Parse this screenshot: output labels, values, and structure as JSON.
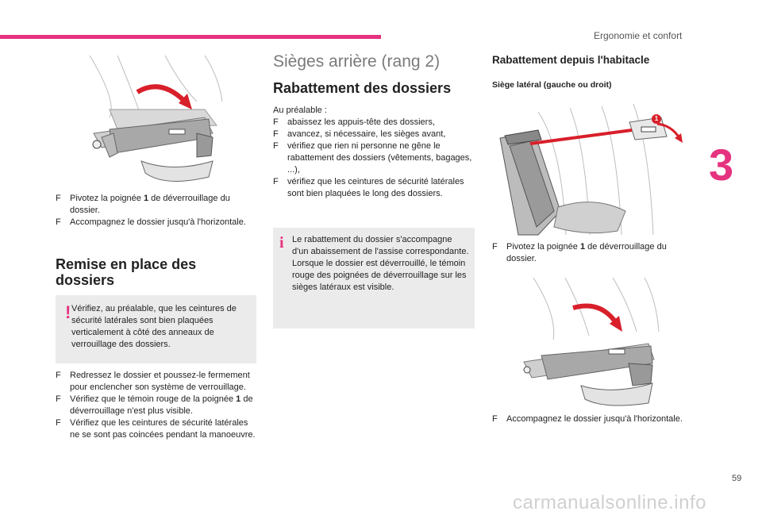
{
  "header": {
    "chapter_title": "Ergonomie et confort",
    "chapter_number": "3"
  },
  "footer": {
    "page_number": "59",
    "watermark": "carmanualsonline.info"
  },
  "col1": {
    "steps_top": [
      {
        "bullet": "F",
        "before": "Pivotez la poignée ",
        "bold": "1",
        "after": " de déverrouillage du dossier."
      },
      {
        "bullet": "F",
        "before": "Accompagnez le dossier jusqu'à l'horizontale.",
        "bold": "",
        "after": ""
      }
    ],
    "heading_line1": "Remise en place des",
    "heading_line2": "dossiers",
    "warning_icon": "!",
    "warning_text": "Vérifiez, au préalable, que les ceintures de sécurité latérales sont bien plaquées verticalement à côté des anneaux de verrouillage des dossiers.",
    "steps_bottom": [
      {
        "bullet": "F",
        "before": "Redressez le dossier et poussez-le fermement pour enclencher son système de verrouillage.",
        "bold": "",
        "after": ""
      },
      {
        "bullet": "F",
        "before": "Vérifiez que le témoin rouge de la poignée ",
        "bold": "1",
        "after": " de déverrouillage n'est plus visible."
      },
      {
        "bullet": "F",
        "before": "Vérifiez que les ceintures de sécurité latérales ne se sont pas coincées pendant la manoeuvre.",
        "bold": "",
        "after": ""
      }
    ]
  },
  "col2": {
    "main_title": "Sièges arrière (rang 2)",
    "section_title": "Rabattement des dossiers",
    "intro": "Au préalable :",
    "prereqs": [
      "abaissez les appuis-tête des dossiers,",
      "avancez, si nécessaire, les sièges avant,",
      "vérifiez que rien ni personne ne gêne le rabattement des dossiers (vêtements, bagages, ...),",
      "vérifiez que les ceintures de sécurité latérales sont bien plaquées le long des dossiers."
    ],
    "prereq_bullet": "F",
    "info_icon": "i",
    "info_line1": "Le rabattement du dossier s'accompagne d'un abaissement de l'assise correspondante.",
    "info_line2": "Lorsque le dossier est déverrouillé, le témoin rouge des poignées de déverrouillage sur les sièges latéraux est visible."
  },
  "col3": {
    "section_title": "Rabattement depuis l'habitacle",
    "subtitle": "Siège latéral (gauche ou droit)",
    "callout_number": "1",
    "step1": {
      "bullet": "F",
      "before": "Pivotez la poignée ",
      "bold": "1",
      "after": " de déverrouillage du dossier."
    },
    "step2": {
      "bullet": "F",
      "before": "Accompagnez le dossier jusqu'à l'horizontale.",
      "bold": "",
      "after": ""
    }
  },
  "colors": {
    "accent": "#e5337f",
    "box_bg": "#ebebeb",
    "arrow_red": "#d81f2a"
  }
}
